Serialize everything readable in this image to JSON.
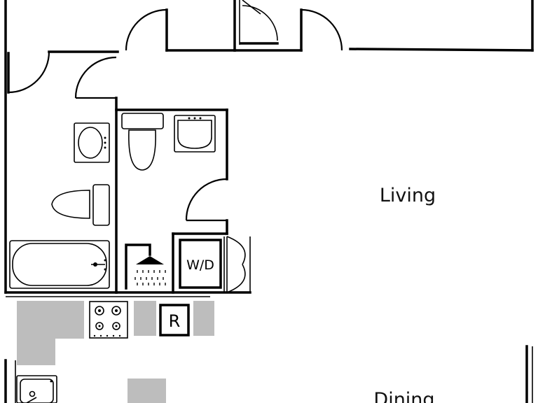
{
  "rooms": {
    "living": "Living",
    "dining": "Dining"
  },
  "appliances": {
    "washer_dryer": "W/D",
    "refrigerator": "R"
  }
}
